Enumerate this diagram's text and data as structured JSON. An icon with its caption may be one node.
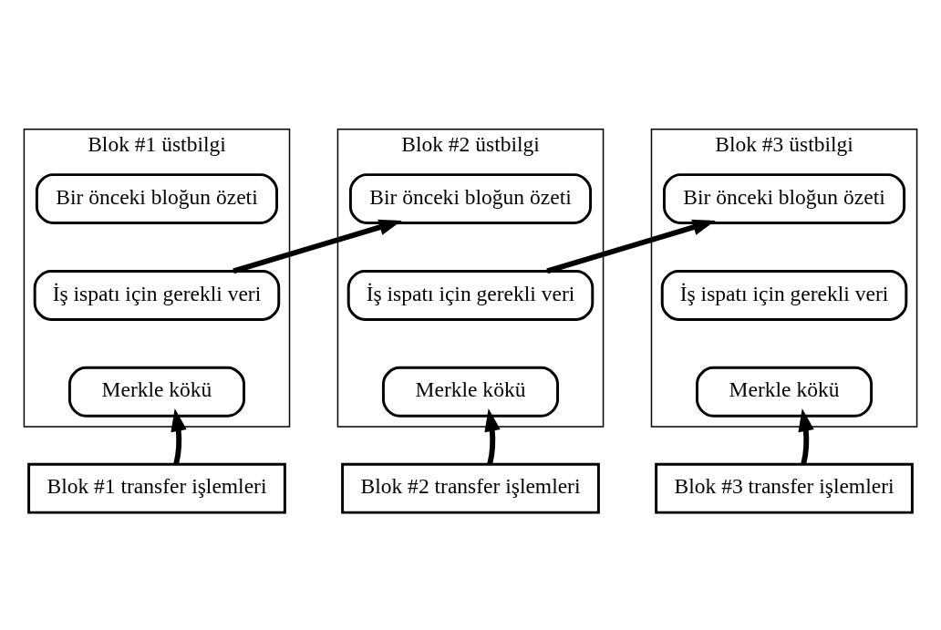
{
  "diagram": {
    "nodes": [
      {
        "text": [
          "Blok #1 üstbilgi"
        ]
      },
      {
        "text": [
          "Bir önceki bloğun özeti"
        ],
        "in": 0
      },
      {
        "text": [
          "İş ispatı için gerekli veri"
        ],
        "in": 0
      },
      {
        "text": [
          "Merkle kökü"
        ],
        "in": 0
      },
      {
        "text": [
          "Blok #2 üstbilgi"
        ]
      },
      {
        "text": [
          "Bir önceki bloğun özeti"
        ],
        "in": 4
      },
      {
        "text": [
          "İş ispatı için gerekli veri"
        ],
        "in": 4
      },
      {
        "text": [
          "Merkle kökü"
        ],
        "in": 4
      },
      {
        "text": [
          "Blok #3 üstbilgi"
        ]
      },
      {
        "text": [
          "Bir önceki bloğun özeti"
        ],
        "in": 8
      },
      {
        "text": [
          "İş ispatı için gerekli veri"
        ],
        "in": 8
      },
      {
        "text": [
          "Merkle kökü"
        ],
        "in": 8
      },
      {
        "text": [
          "Blok #1 transfer işlemleri"
        ]
      },
      {
        "text": [
          "Blok #2 transfer işlemleri"
        ]
      },
      {
        "text": [
          "Blok #3 transfer işlemleri"
        ]
      }
    ],
    "edges": [
      {
        "from": 2,
        "to": 5,
        "arrow": "to"
      },
      {
        "from": 6,
        "to": 9,
        "arrow": "to"
      },
      {
        "from": 12,
        "to": 3,
        "arrow": "to"
      },
      {
        "from": 13,
        "to": 7,
        "arrow": "to"
      },
      {
        "from": 14,
        "to": 11,
        "arrow": "to"
      }
    ]
  }
}
